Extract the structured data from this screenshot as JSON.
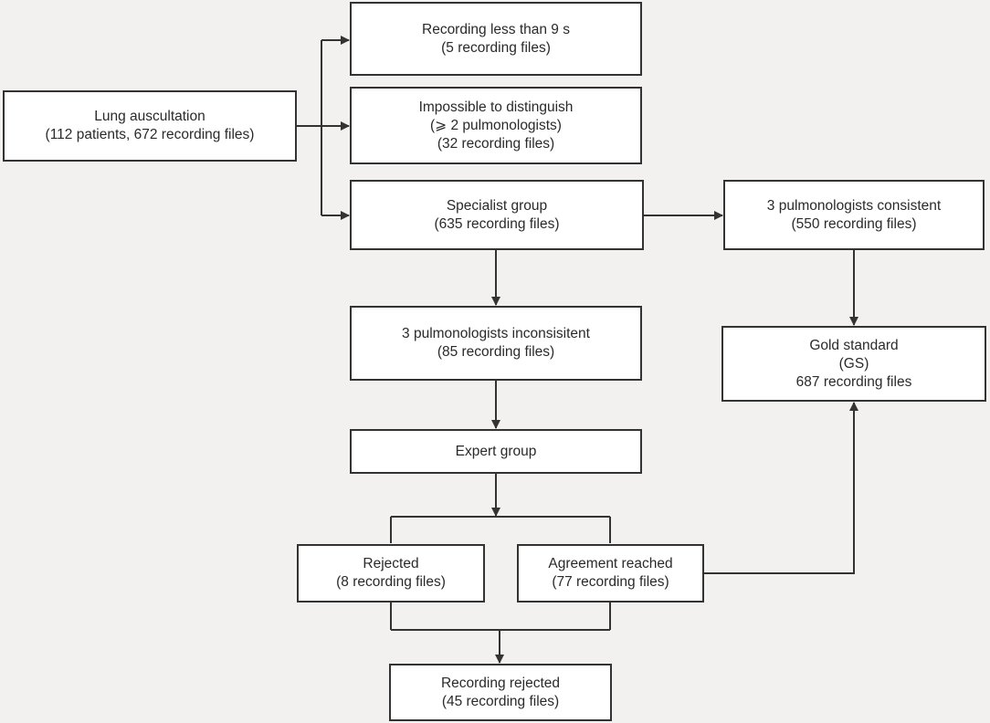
{
  "nodes": {
    "lung": {
      "line1": "Lung auscultation",
      "line2": "(112 patients, 672 recording files)"
    },
    "short": {
      "line1": "Recording less than 9 s",
      "line2": "(5 recording files)"
    },
    "impossible": {
      "line1": "Impossible to distinguish",
      "line2": "(⩾ 2  pulmonologists)",
      "line3": "(32 recording files)"
    },
    "specialist": {
      "line1": "Specialist group",
      "line2": "(635 recording files)"
    },
    "consistent": {
      "line1": "3 pulmonologists consistent",
      "line2": "(550 recording files)"
    },
    "gold": {
      "line1": "Gold standard",
      "line2": "(GS)",
      "line3": "687 recording files"
    },
    "inconsistent": {
      "line1": "3 pulmonologists inconsisitent",
      "line2": "(85 recording files)"
    },
    "expert": {
      "line1": "Expert group"
    },
    "rejected": {
      "line1": "Rejected",
      "line2": "(8 recording files)"
    },
    "agreement": {
      "line1": "Agreement reached",
      "line2": "(77 recording files)"
    },
    "recording_rejected": {
      "line1": "Recording rejected",
      "line2": "(45 recording files)"
    }
  },
  "colors": {
    "background": "#f2f1f0",
    "box_fill": "#ffffff",
    "line": "#333333",
    "text": "#2a2a2a"
  }
}
